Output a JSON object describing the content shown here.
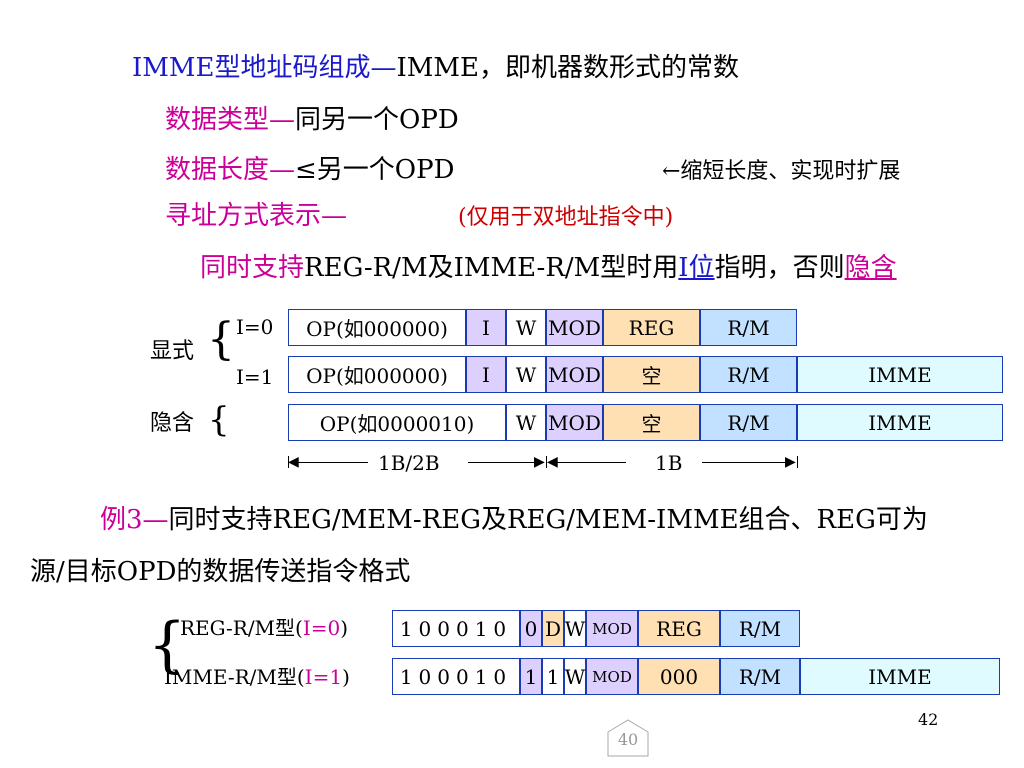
{
  "line1": {
    "part1": "IMME型地址码组成—",
    "part2": "IMME，即机器数形式的常数"
  },
  "line2": {
    "part1": "数据类型—",
    "part2": "同另一个OPD"
  },
  "line3": {
    "part1": "数据长度—",
    "part2": "≤另一个OPD",
    "note": "←缩短长度、实现时扩展"
  },
  "line4": {
    "part1": "寻址方式表示—",
    "part2": "(仅用于双地址指令中)"
  },
  "line5": {
    "p1": "同时支持",
    "p2": "REG-R/M及IMME-R/M型时用",
    "p3": "I位",
    "p4": "指明，否则",
    "p5": "隐含"
  },
  "explicit_label": "显式",
  "implicit_label": "隐含",
  "row1": {
    "tag": "I=0",
    "cells": [
      "OP(如000000)",
      "I",
      "W",
      "MOD",
      "REG",
      "R/M"
    ]
  },
  "row2": {
    "tag": "I=1",
    "cells": [
      "OP(如000000)",
      "I",
      "W",
      "MOD",
      "空",
      "R/M",
      "IMME"
    ]
  },
  "row3": {
    "cells": [
      "OP(如0000010)",
      "W",
      "MOD",
      "空",
      "R/M",
      "IMME"
    ]
  },
  "dim": {
    "left": "1B/2B",
    "right": "1B"
  },
  "example": {
    "prefix": "例3—",
    "text1": "同时支持REG/MEM-REG及REG/MEM-IMME组合、REG可为",
    "text2": "源/目标OPD的数据传送指令格式"
  },
  "fmt1": {
    "label_a": "REG-R/M型(",
    "label_i": "I=0",
    "label_b": ")",
    "cells": [
      "100010",
      "0",
      "D",
      "W",
      "MOD",
      "REG",
      "R/M"
    ]
  },
  "fmt2": {
    "label_a": "IMME-R/M型(",
    "label_i": "I=1",
    "label_b": ")",
    "cells": [
      "100010",
      "1",
      "1",
      "W",
      "MOD",
      "000",
      "R/M",
      "IMME"
    ]
  },
  "slide_number": "42",
  "page_badge": "40",
  "colors": {
    "blue": "#1a1acc",
    "magenta": "#cc0099",
    "red": "#cc0000",
    "purple_cell": "#ddd0ff",
    "orange_cell": "#ffe0b3",
    "blue_cell": "#c2e0ff",
    "cyan_cell": "#e0fbff"
  }
}
